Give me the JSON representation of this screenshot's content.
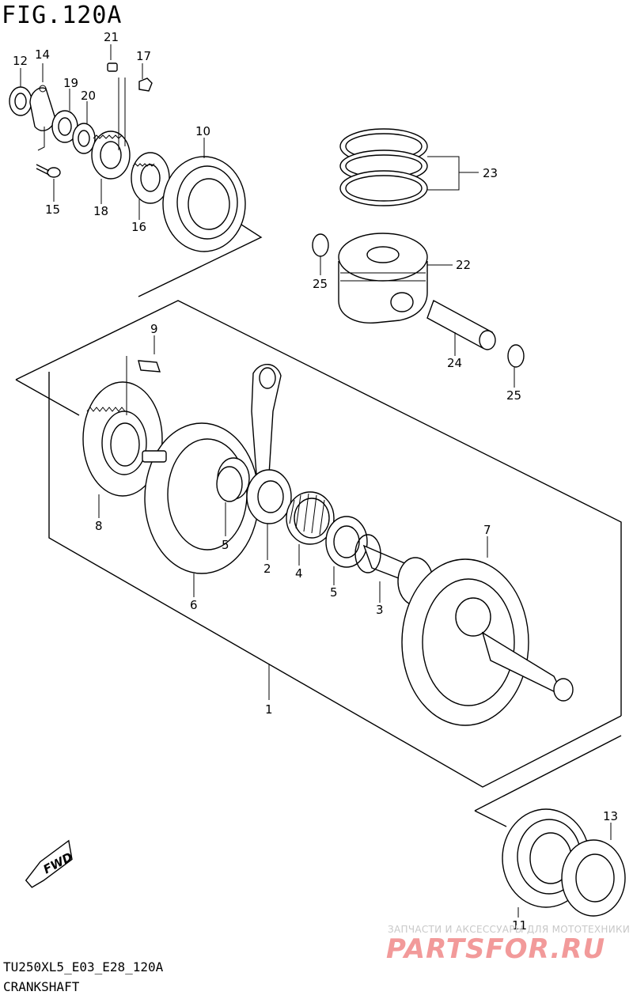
{
  "figure_title": "FIG.120A",
  "footer": {
    "code": "TU250XL5_E03_E28_120A",
    "name": "CRANKSHAFT"
  },
  "watermark": {
    "tagline": "ЗАПЧАСТИ И АКСЕССУАРЫ ДЛЯ МОТОТЕХНИКИ",
    "logo": "PARTSFOR.RU"
  },
  "direction_label": "FWD",
  "callouts": {
    "c1": "1",
    "c2": "2",
    "c3": "3",
    "c4": "4",
    "c5a": "5",
    "c5b": "5",
    "c6": "6",
    "c7": "7",
    "c8": "8",
    "c9": "9",
    "c10": "10",
    "c11": "11",
    "c12": "12",
    "c13": "13",
    "c14": "14",
    "c15": "15",
    "c16": "16",
    "c17": "17",
    "c18": "18",
    "c19": "19",
    "c20": "20",
    "c21": "21",
    "c22": "22",
    "c23": "23",
    "c24": "24",
    "c25a": "25",
    "c25b": "25"
  },
  "colors": {
    "line": "#000000",
    "background": "#ffffff",
    "watermark_logo": "#f29a9a",
    "watermark_text": "#c8c8c8"
  }
}
